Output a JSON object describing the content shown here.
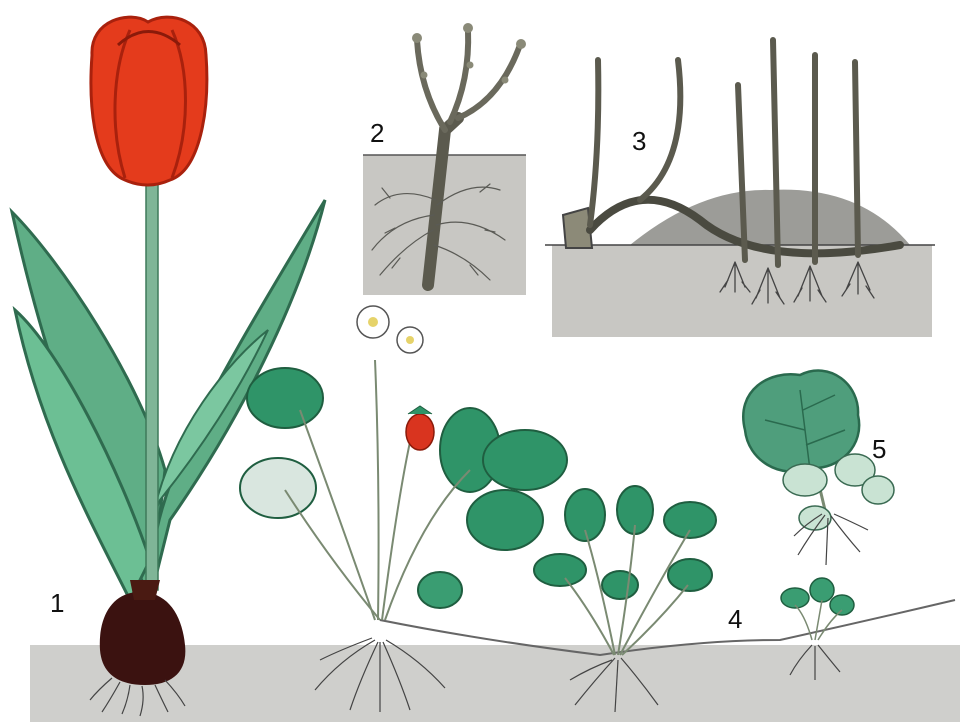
{
  "figure": {
    "labels": {
      "tulip": "1",
      "cutting": "2",
      "layering": "3",
      "strawberry_runner": "4",
      "leaf_rooting": "5"
    }
  },
  "colors": {
    "soil": "#cfcfcc",
    "tulip_petal": "#e43b1c",
    "tulip_petal_dark": "#a9210d",
    "leaf": "#5fae86",
    "leaf_dark": "#2f6b4f",
    "stem": "#7e8a72",
    "root": "#555555",
    "bulb": "#3b1210",
    "strawberry": "#d9341f",
    "strawberry_leaf": "#2f9468"
  }
}
